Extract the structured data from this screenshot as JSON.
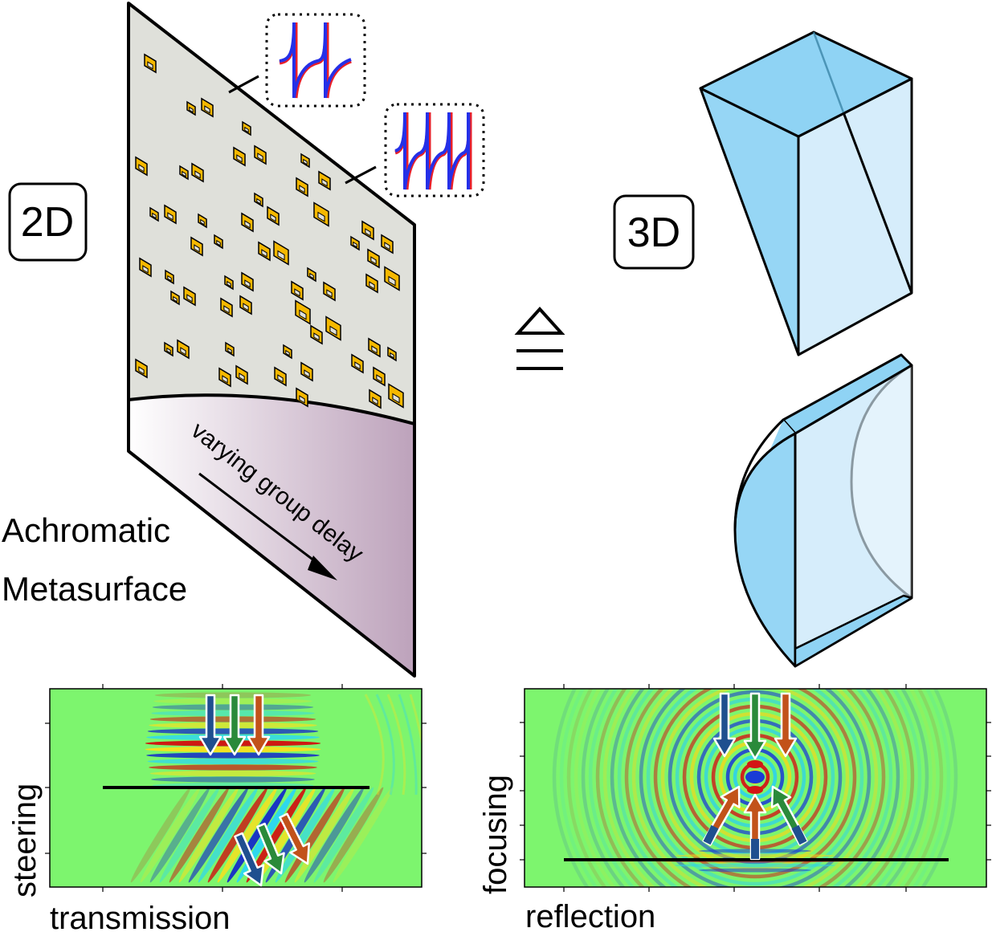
{
  "labels": {
    "badge_2d": "2D",
    "badge_3d": "3D",
    "title_line1": "Achromatic",
    "title_line2": "Metasurface",
    "gradient_caption": "varying group delay",
    "equivalence_symbol": "≙",
    "left_vertical": "steering",
    "left_horizontal": "transmission",
    "right_vertical": "focusing",
    "right_horizontal": "reflection"
  },
  "colors": {
    "panel_bg": "#dfe0da",
    "resonator_fill": "#f5b800",
    "spectrum_red": "#e8202a",
    "spectrum_blue": "#2530e8",
    "prism_light": "#d6edfb",
    "prism_face": "#96d6f5",
    "gradient_start": "#ffffff",
    "gradient_end": "#bda2bb",
    "field_background": "#7df56e",
    "arrow_blue": "#1f4f8f",
    "arrow_green": "#2a8a3a",
    "arrow_orange": "#c2521a"
  },
  "icons": [
    "prism-icon",
    "lens-icon",
    "down-arrow-icon"
  ]
}
